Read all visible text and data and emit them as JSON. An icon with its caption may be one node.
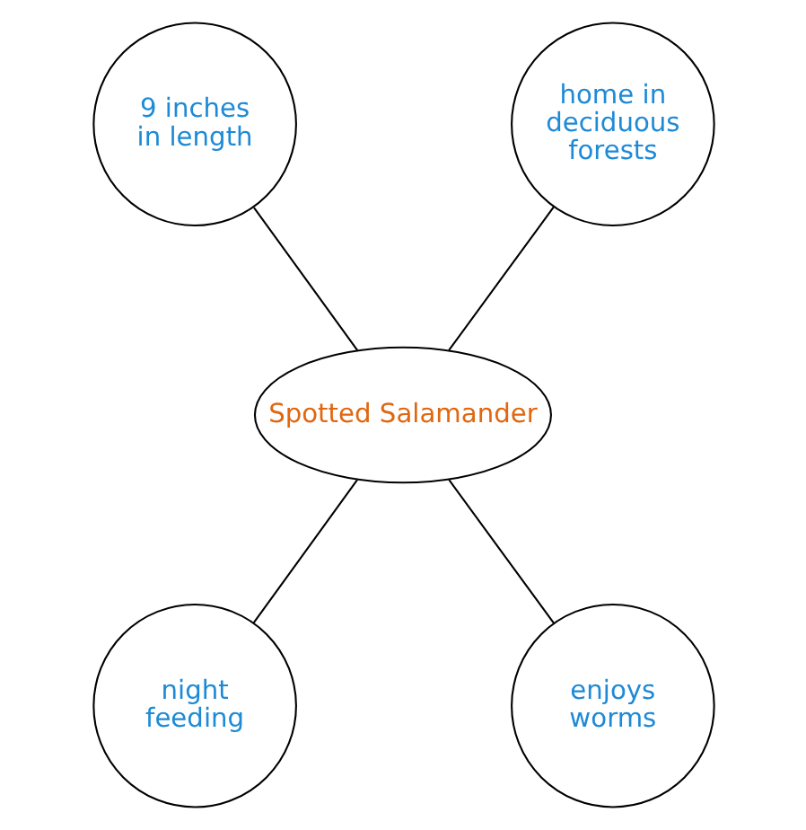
{
  "diagram": {
    "nodes": [
      {
        "text": [
          "9 inches in length"
        ]
      },
      {
        "text": [
          "home in deciduous forests"
        ]
      },
      {
        "text": [
          "Spotted Salamander"
        ]
      },
      {
        "text": [
          "night feeding"
        ]
      },
      {
        "text": [
          "enjoys worms"
        ]
      }
    ],
    "edges": [
      {
        "from": 0,
        "to": 2,
        "arrow": "none"
      },
      {
        "from": 1,
        "to": 2,
        "arrow": "none"
      },
      {
        "from": 2,
        "to": 3,
        "arrow": "none"
      },
      {
        "from": 2,
        "to": 4,
        "arrow": "none"
      }
    ]
  }
}
